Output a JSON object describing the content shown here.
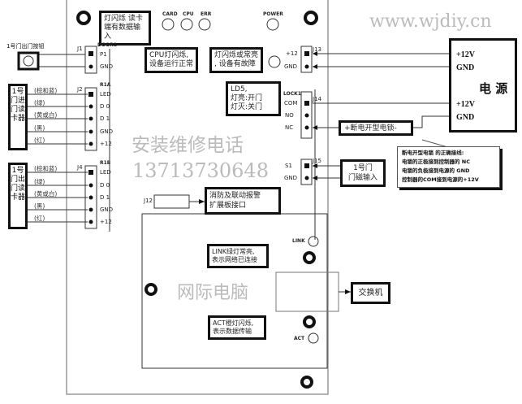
{
  "watermarks": {
    "site": "www.wjdiy.cn",
    "phone_label": "安装维修电话",
    "phone": "13713730648",
    "brand": "网际电脑"
  },
  "leds": {
    "card": "CARD",
    "cpu": "CPU",
    "err": "ERR",
    "power": "POWER",
    "link": "LINK",
    "act": "ACT"
  },
  "callouts": {
    "card": [
      "灯闪烁 读卡",
      "端有数据输入"
    ],
    "cpu": [
      "CPU灯闪烁,",
      "设备运行正常"
    ],
    "err": [
      "灯闪烁或常亮",
      ", 设备有故障"
    ],
    "ld5": [
      "LD5,",
      "灯亮:开门",
      "灯灭:关门"
    ],
    "link": [
      "LINK绿灯常亮,",
      "表示网络已连接"
    ],
    "act": [
      "ACT橙灯闪烁,",
      "表示数据传输"
    ]
  },
  "exit_button": {
    "label": "1号门出门按钮",
    "connector": "J1",
    "group": "DOOR1",
    "pins": [
      "P1",
      "GND"
    ]
  },
  "reader_in": {
    "label": "1号门进门读卡器",
    "connector": "J2",
    "group": "R1A",
    "pins": [
      "LED",
      "D 0",
      "D 1",
      "GND",
      "+12"
    ],
    "wires": [
      "(棕和蓝)",
      "(绿)",
      "(黄或白)",
      "(黑)",
      "(红)"
    ]
  },
  "reader_out": {
    "label": "1号门出门读卡器",
    "connector": "J4",
    "group": "R1B",
    "pins": [
      "LED",
      "D 0",
      "D 1",
      "GND",
      "+12"
    ],
    "wires": [
      "(棕和蓝)",
      "(绿)",
      "(黄或白)",
      "(黑)",
      "(红)"
    ]
  },
  "j13": {
    "connector": "J13",
    "pins": [
      "+12",
      "GND"
    ]
  },
  "j14": {
    "connector": "J14",
    "group": "LOCK1",
    "pins": [
      "COM",
      "NO",
      "NC"
    ]
  },
  "j15": {
    "connector": "J15",
    "pins": [
      "S1",
      "GND"
    ]
  },
  "power": {
    "title": "电 源",
    "terms": [
      "+12V",
      "GND",
      "+12V",
      "GND"
    ]
  },
  "lock": {
    "label": "+断电开型电锁-"
  },
  "lock_note": {
    "lines": [
      "断电开型电锁 的正确接线:",
      "电锁的正极接到控制器的 NC",
      "电锁的负极接到电源的 GND",
      "控制器的COM接到电源的+12V"
    ]
  },
  "door_sensor": {
    "lines": [
      "1号门",
      "门磁输入"
    ]
  },
  "j12": {
    "connector": "J12",
    "label": [
      "消防及联动报警",
      "扩展板接口"
    ]
  },
  "switch": {
    "label": "交换机"
  }
}
